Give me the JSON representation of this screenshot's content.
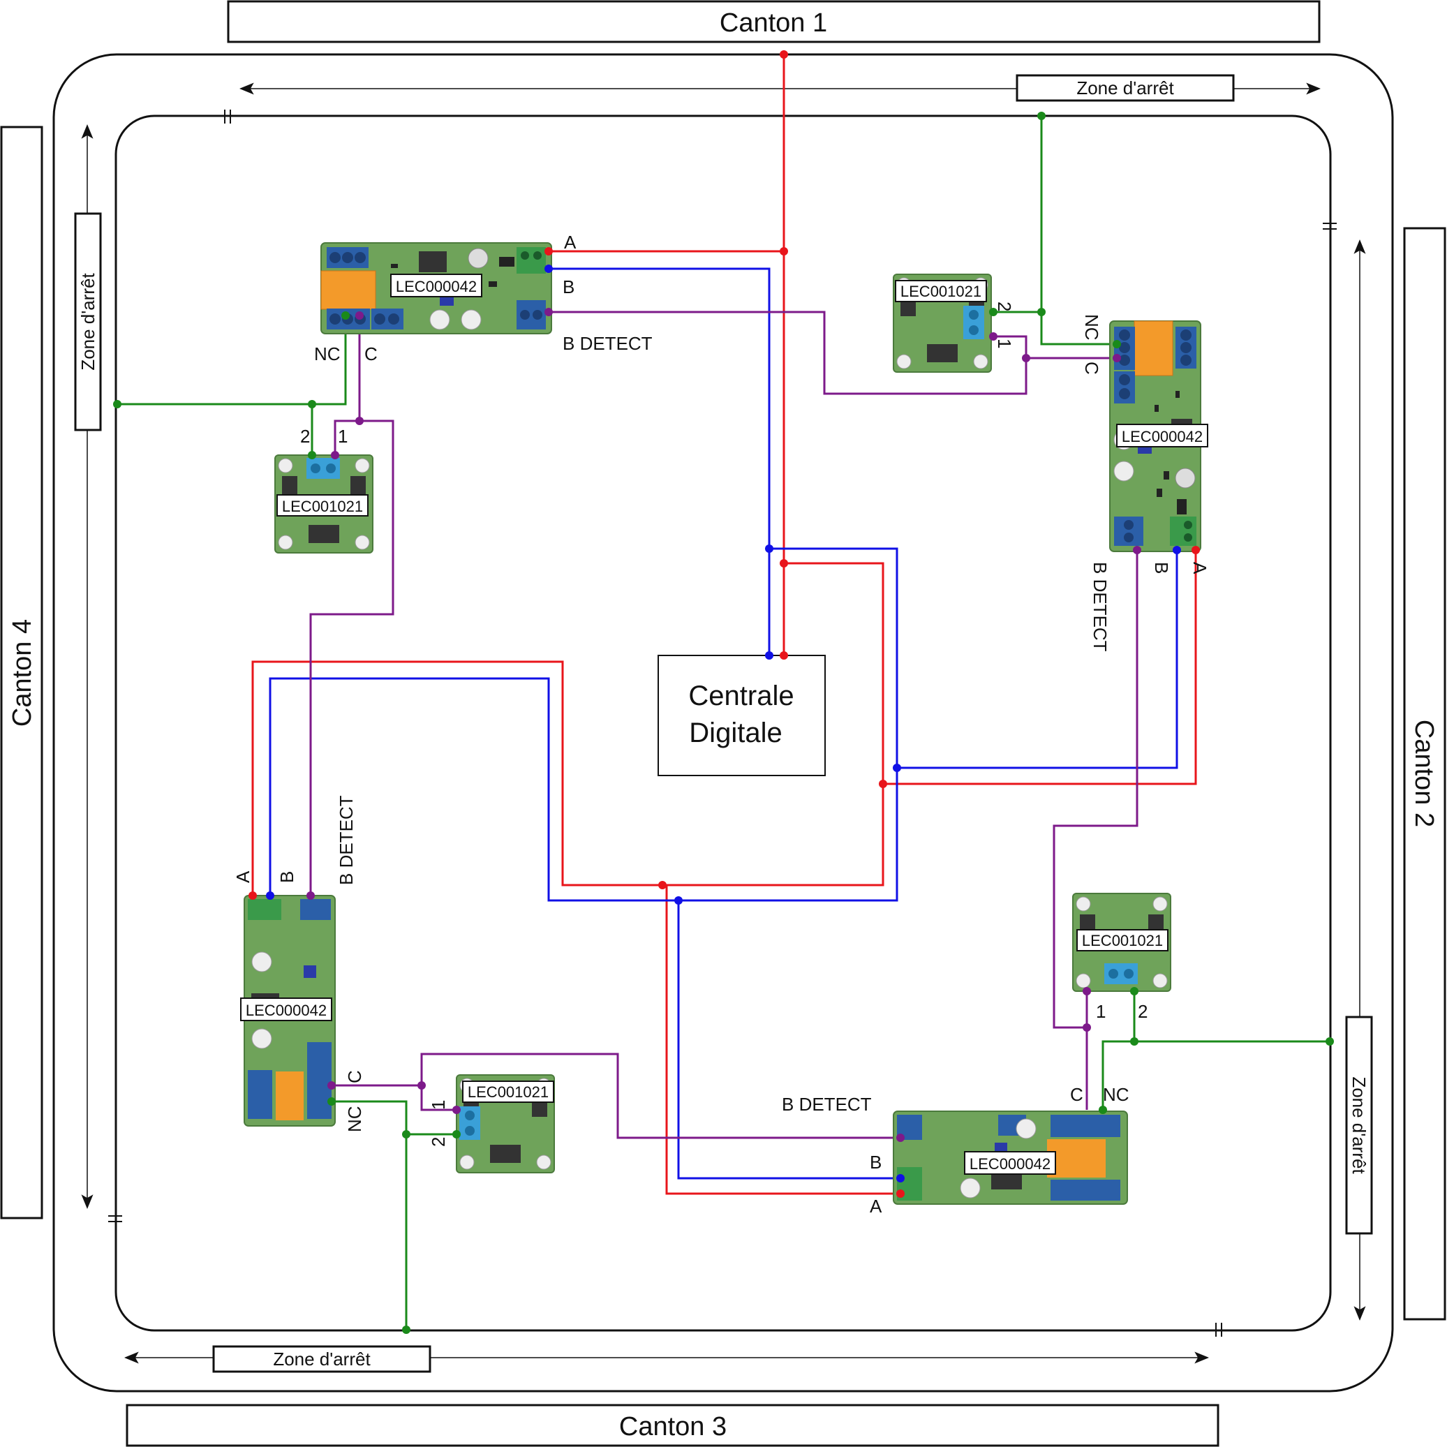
{
  "cantons": {
    "c1": "Canton 1",
    "c2": "Canton 2",
    "c3": "Canton 3",
    "c4": "Canton 4"
  },
  "zones": {
    "top": "Zone d'arrêt",
    "left": "Zone d'arrêt",
    "bottom": "Zone d'arrêt",
    "right": "Zone d'arrêt"
  },
  "centrale": {
    "line1": "Centrale",
    "line2": "Digitale"
  },
  "modules": {
    "relay_tl": "LEC000042",
    "relay_tr": "LEC000042",
    "relay_bl": "LEC000042",
    "relay_br": "LEC000042",
    "detect_tl": "LEC001021",
    "detect_tr": "LEC001021",
    "detect_bl": "LEC001021",
    "detect_br": "LEC001021"
  },
  "terminals": {
    "a": "A",
    "b": "B",
    "b_detect": "B DETECT",
    "nc": "NC",
    "c": "C",
    "one": "1",
    "two": "2"
  },
  "colors": {
    "wire_a": "#e8151b",
    "wire_b": "#1010e6",
    "wire_detect": "#7d1a8a",
    "wire_relay": "#1a8a1a",
    "board": "#6fa35a",
    "relay": "#f39a2a",
    "terminal": "#2b5fa8"
  }
}
